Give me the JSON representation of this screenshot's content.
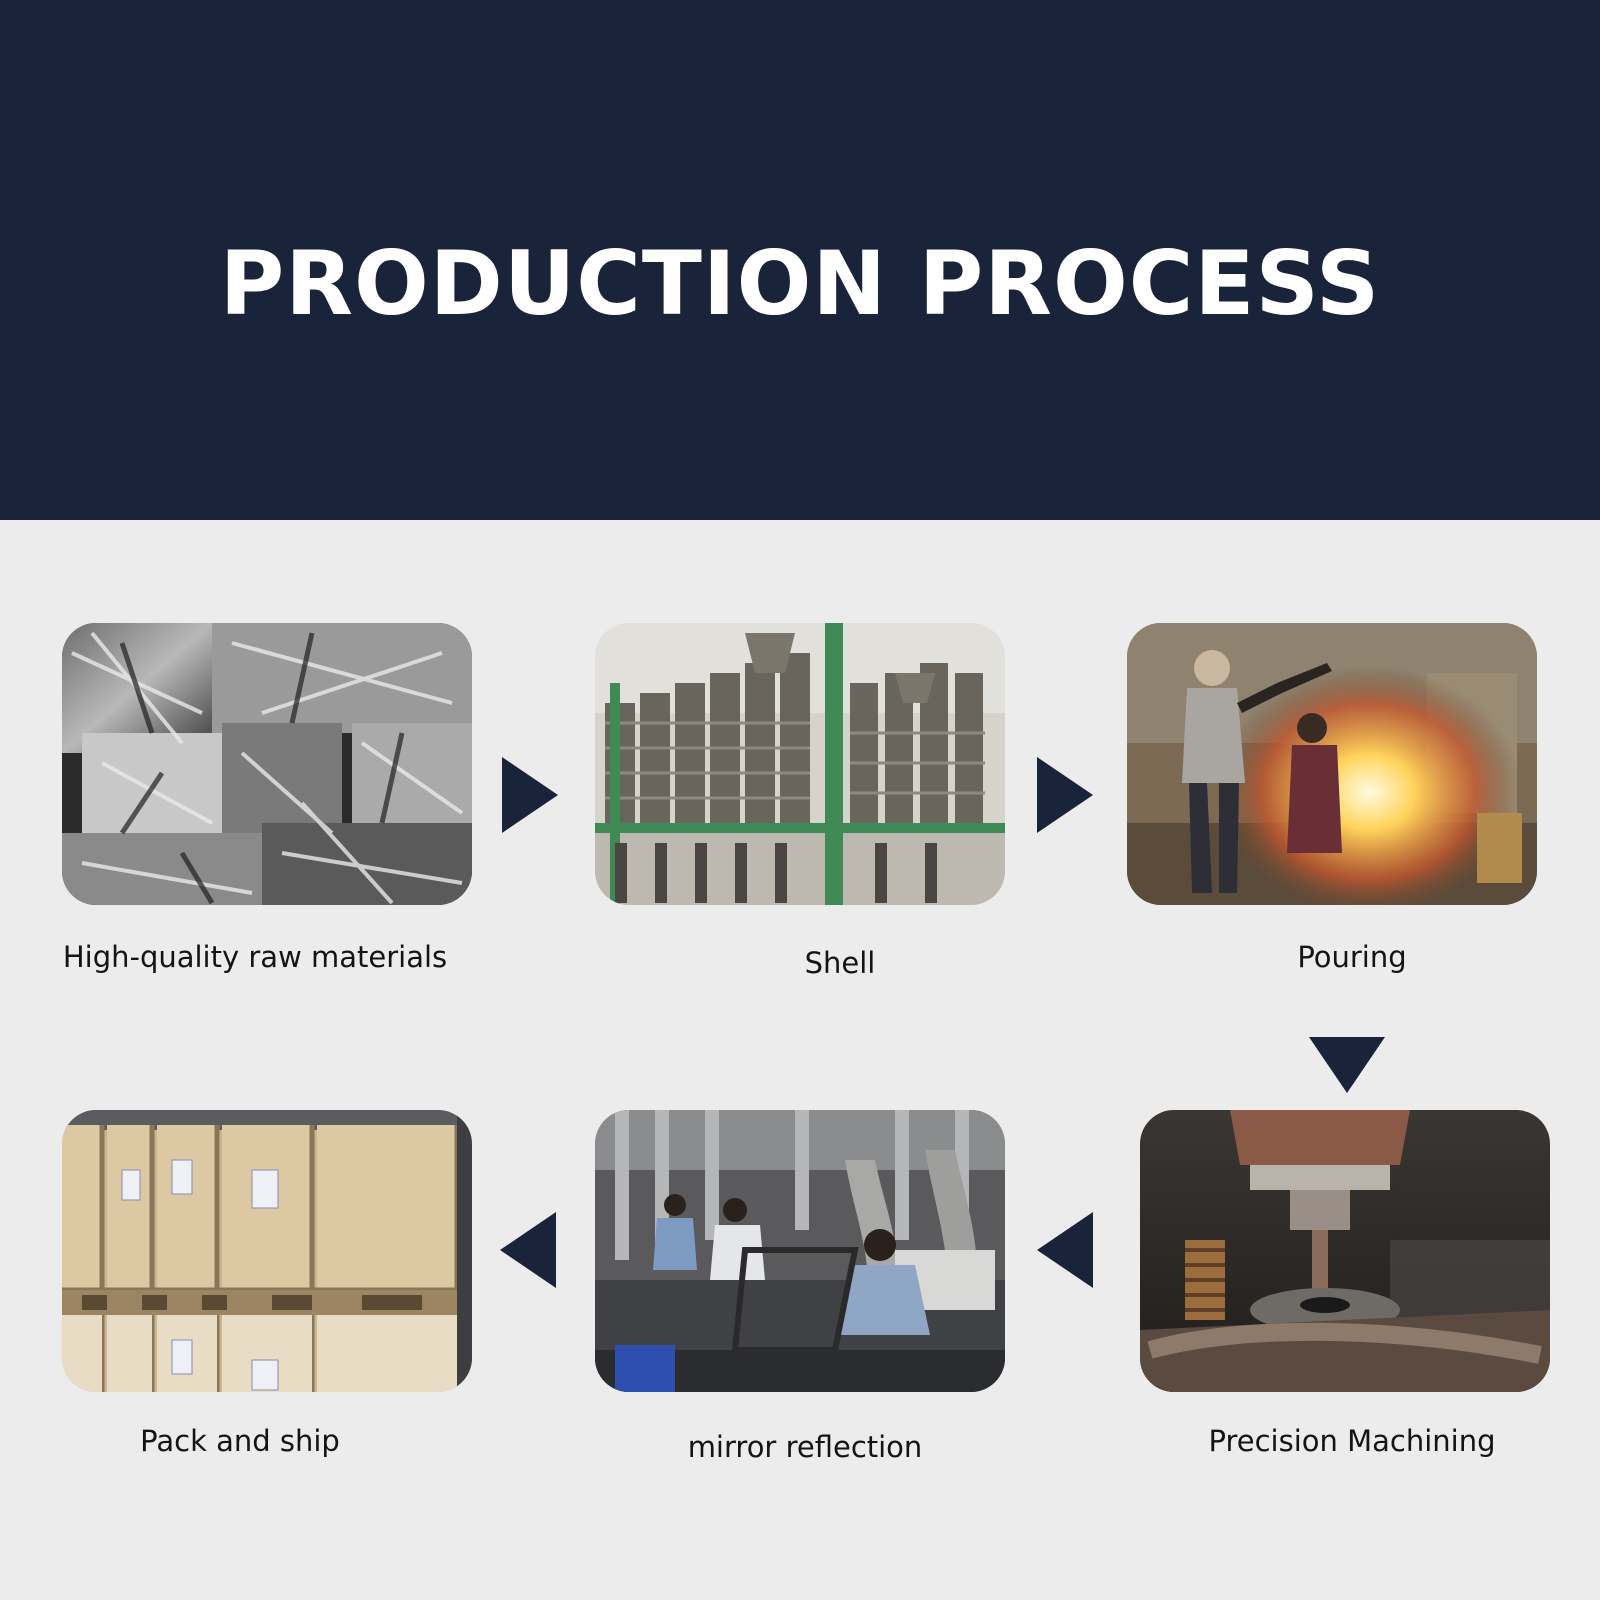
{
  "title": "PRODUCTION PROCESS",
  "colors": {
    "header_bg": "#19233a",
    "page_bg": "#ececec",
    "arrow": "#19233a",
    "title_text": "#ffffff",
    "caption_text": "#141414"
  },
  "steps": [
    {
      "label": "High-quality raw materials",
      "image": "scrap-metal-bales-photo"
    },
    {
      "label": "Shell",
      "image": "ceramic-shell-drying-rack-photo"
    },
    {
      "label": "Pouring",
      "image": "molten-metal-pouring-photo"
    },
    {
      "label": "Precision Machining",
      "image": "drill-machining-photo"
    },
    {
      "label": "mirror reflection",
      "image": "polishing-workshop-photo"
    },
    {
      "label": "Pack and ship",
      "image": "wooden-crates-photo"
    }
  ],
  "arrows": [
    {
      "from": 1,
      "to": 2,
      "direction": "right"
    },
    {
      "from": 2,
      "to": 3,
      "direction": "right"
    },
    {
      "from": 3,
      "to": 4,
      "direction": "down"
    },
    {
      "from": 4,
      "to": 5,
      "direction": "left"
    },
    {
      "from": 5,
      "to": 6,
      "direction": "left"
    }
  ]
}
